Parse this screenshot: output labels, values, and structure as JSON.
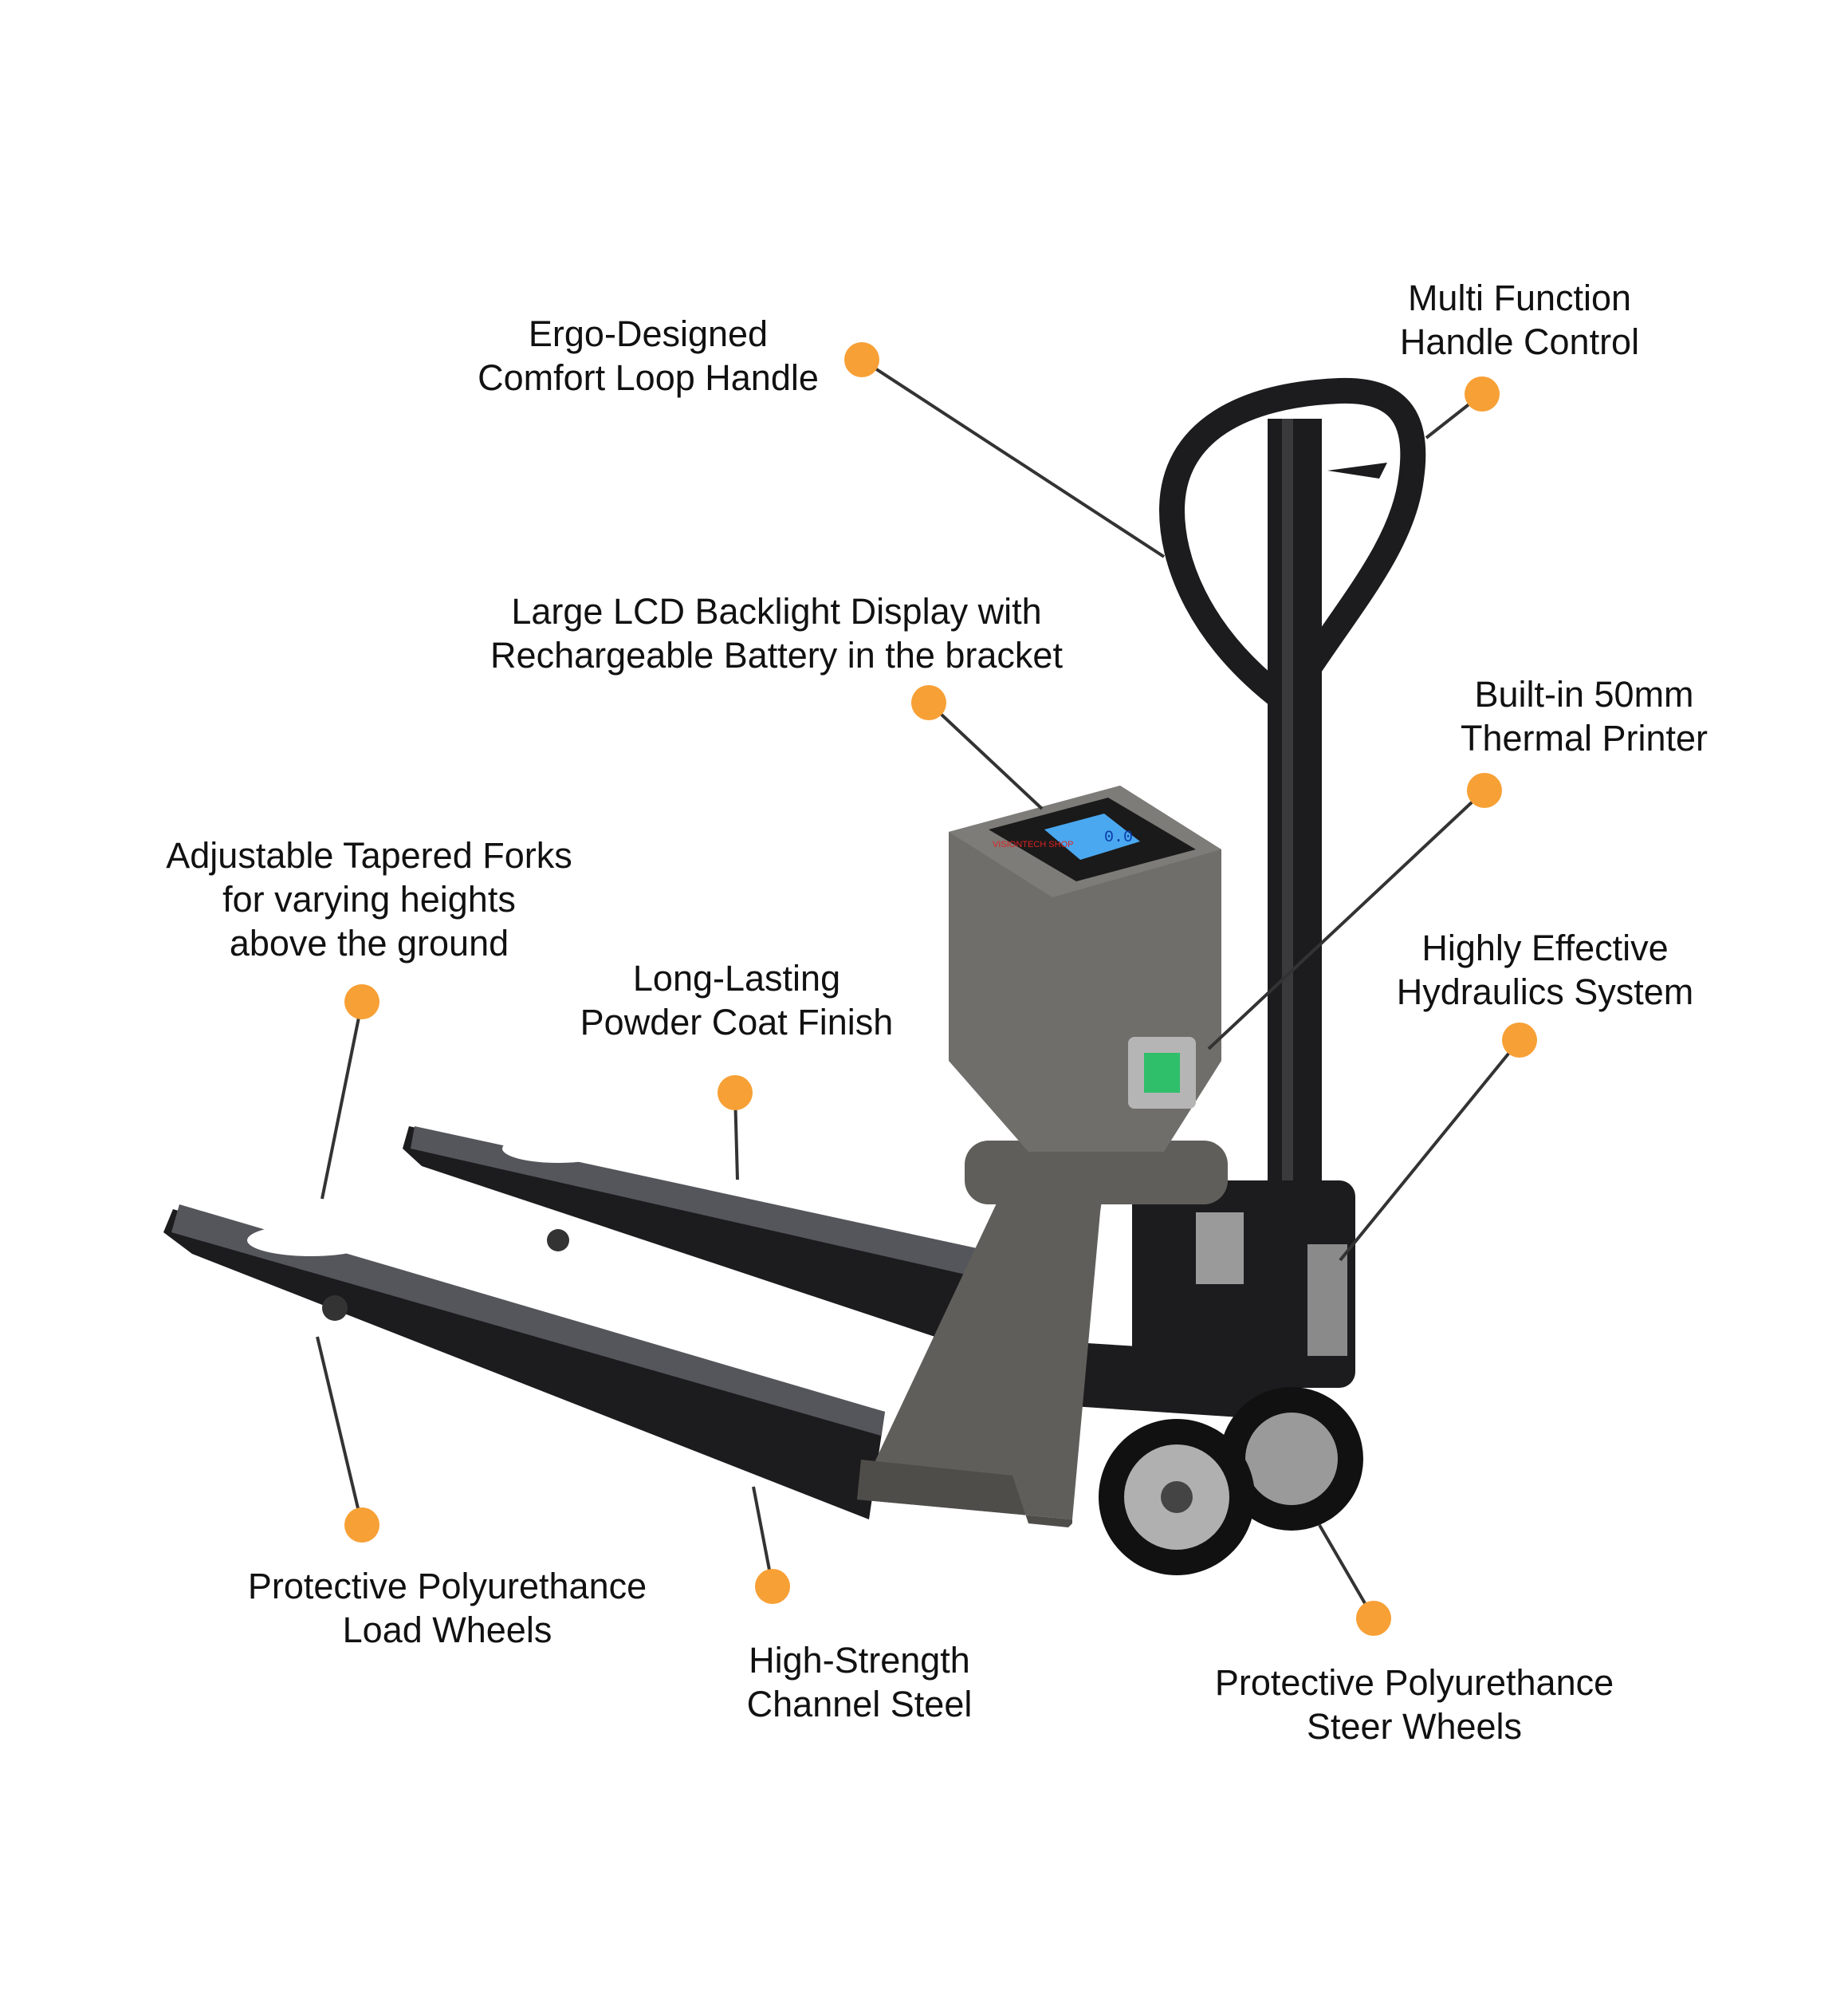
{
  "colors": {
    "accent_dot": "#f7a035",
    "leader_line": "#333333",
    "truck_black": "#1c1c1e",
    "body_gray": "#6b6a66",
    "lcd_blue": "#4aa8f0"
  },
  "brand_logo": "VISIONTECH SHOP",
  "display_reading": "0.0",
  "callouts": [
    {
      "id": "handle",
      "lines": [
        "Ergo-Designed",
        "Comfort Loop Handle"
      ]
    },
    {
      "id": "control",
      "lines": [
        "Multi Function",
        "Handle Control"
      ]
    },
    {
      "id": "lcd",
      "lines": [
        "Large LCD Backlight Display with",
        "Rechargeable Battery in the bracket"
      ]
    },
    {
      "id": "printer",
      "lines": [
        "Built-in 50mm",
        "Thermal Printer"
      ]
    },
    {
      "id": "forks",
      "lines": [
        "Adjustable Tapered Forks",
        "for varying heights",
        "above the ground"
      ]
    },
    {
      "id": "finish",
      "lines": [
        "Long-Lasting",
        "Powder Coat Finish"
      ]
    },
    {
      "id": "hydraulics",
      "lines": [
        "Highly Effective",
        "Hydraulics System"
      ]
    },
    {
      "id": "load-wheels",
      "lines": [
        "Protective Polyurethance",
        "Load Wheels"
      ]
    },
    {
      "id": "steel",
      "lines": [
        "High-Strength",
        "Channel Steel"
      ]
    },
    {
      "id": "steer-wheels",
      "lines": [
        "Protective Polyurethance",
        "Steer Wheels"
      ]
    }
  ]
}
